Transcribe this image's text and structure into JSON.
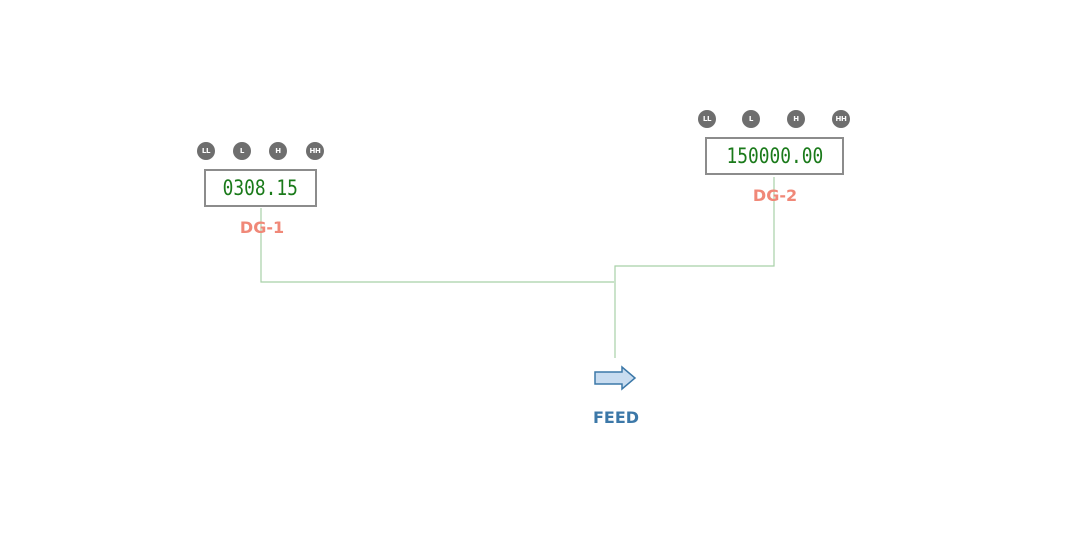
{
  "colors": {
    "alarm_dot": "#6e6e6e",
    "value_text": "#1a7a1a",
    "tag_label": "#f08878",
    "pipe_line": "#a8d0a8",
    "feed_arrow_fill": "#c8dcf0",
    "feed_arrow_stroke": "#3c78a8",
    "feed_label": "#3c78a8"
  },
  "dg1": {
    "value": "0308.15",
    "tag": "DG-1",
    "alarms": [
      "LL",
      "L",
      "H",
      "HH"
    ]
  },
  "dg2": {
    "value": "150000.00",
    "tag": "DG-2",
    "alarms": [
      "LL",
      "L",
      "H",
      "HH"
    ]
  },
  "feed": {
    "label": "FEED",
    "icon": "right-arrow-icon"
  }
}
